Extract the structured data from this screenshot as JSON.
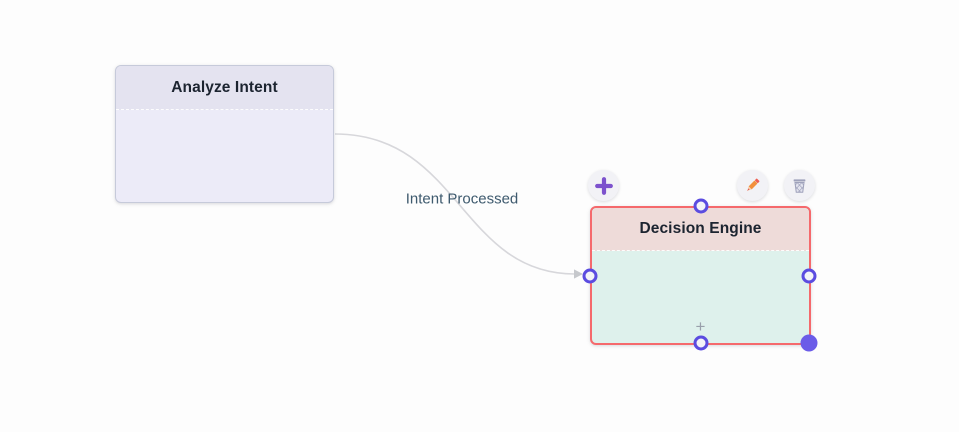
{
  "canvas": {
    "background": "#fdfdfd"
  },
  "nodes": {
    "analyze": {
      "title": "Analyze Intent",
      "header_bg": "#e4e3f0",
      "body_bg": "#ecebf8",
      "border_color": "#c6cada",
      "selected": false
    },
    "decision": {
      "title": "Decision Engine",
      "header_bg": "#eedbd9",
      "body_bg": "#def1ec",
      "border_color": "#f5696c",
      "selected": true,
      "add_child_glyph": "+"
    }
  },
  "edge": {
    "label": "Intent Processed",
    "stroke_color": "#d7d7db",
    "label_color": "#3e5a6e"
  },
  "node_toolbar": {
    "buttons": [
      {
        "name": "add-connection",
        "icon": "plus-icon",
        "icon_color": "#7d52cd"
      },
      {
        "name": "edit-node",
        "icon": "pencil-icon",
        "icon_color": "#f2903c"
      },
      {
        "name": "delete-node",
        "icon": "trash-icon",
        "icon_color": "#9fa2bb"
      }
    ]
  },
  "accents": {
    "handle_ring": "#5b4ce0",
    "resize_dot": "#6b5ce8"
  }
}
